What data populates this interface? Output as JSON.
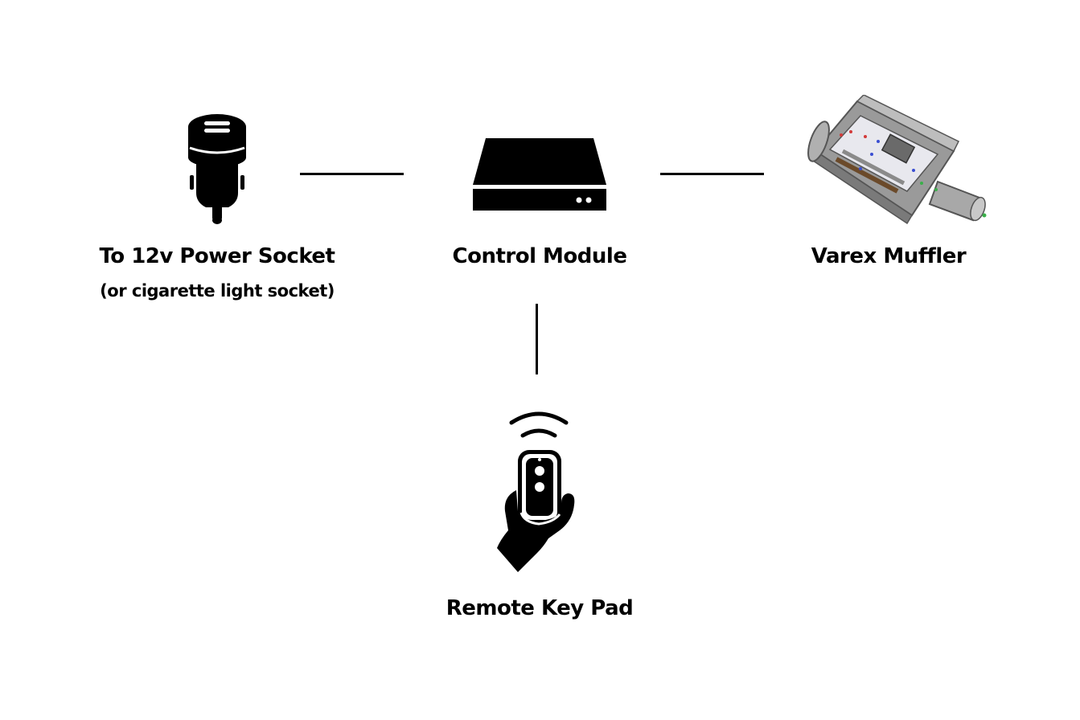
{
  "nodes": {
    "power": {
      "label": "To 12v Power Socket",
      "sublabel": "(or cigarette light socket)",
      "icon": "car-charger-icon"
    },
    "control": {
      "label": "Control Module",
      "icon": "control-box-icon"
    },
    "muffler": {
      "label": "Varex Muffler",
      "icon": "muffler-cutaway-icon"
    },
    "remote": {
      "label": "Remote Key Pad",
      "icon": "hand-remote-icon"
    }
  },
  "colors": {
    "ink": "#000000",
    "background": "#ffffff",
    "muffler_body": "#9a9a9a",
    "muffler_dark": "#555555",
    "flow_red": "#d23a3a",
    "flow_blue": "#3a4ed2",
    "flow_green": "#3ab04a"
  }
}
